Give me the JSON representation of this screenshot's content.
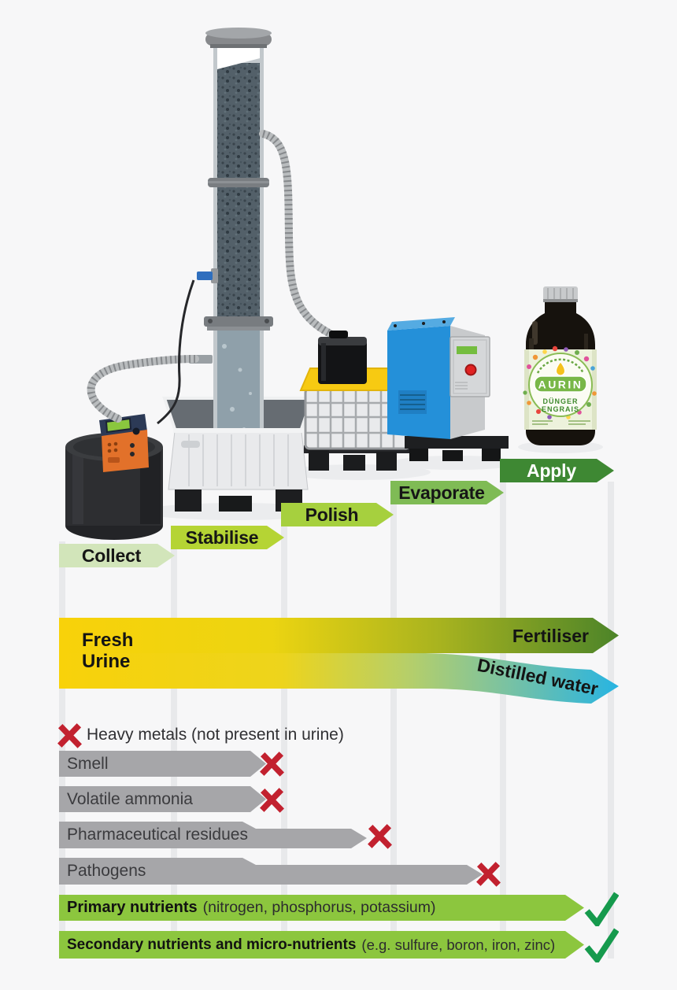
{
  "stages": [
    {
      "label": "Collect",
      "color": "#d2e5ba"
    },
    {
      "label": "Stabilise",
      "color": "#b5d434"
    },
    {
      "label": "Polish",
      "color": "#a6d03e"
    },
    {
      "label": "Evaporate",
      "color": "#7fbb55"
    },
    {
      "label": "Apply",
      "color": "#3e8833"
    }
  ],
  "flows": {
    "input_label": "Fresh Urine",
    "output_fertiliser": "Fertiliser",
    "output_distilled": "Distilled water",
    "colors": {
      "urine_yellow": "#f8d20a",
      "fertiliser_green": "#4c8429",
      "distilled_blue": "#27b4e2"
    }
  },
  "removed_rows": [
    {
      "label": "Heavy metals (not present in urine)",
      "removed_at_stage": "Collect"
    },
    {
      "label": "Smell",
      "removed_at_stage": "Stabilise"
    },
    {
      "label": "Volatile ammonia",
      "removed_at_stage": "Stabilise"
    },
    {
      "label": "Pharmaceutical residues",
      "removed_at_stage": "Polish"
    },
    {
      "label": "Pathogens",
      "removed_at_stage": "Evaporate"
    }
  ],
  "retained_rows": [
    {
      "label_bold": "Primary nutrients",
      "label_detail": "(nitrogen, phosphorus, potassium)"
    },
    {
      "label_bold": "Secondary nutrients and micro-nutrients",
      "label_detail": "(e.g. sulfure, boron, iron, zinc)"
    }
  ],
  "marks": {
    "removed_color": "#c2212f",
    "retained_color": "#169a4d",
    "bar_gray": "#a6a6a9",
    "retained_bar_green": "#8cc63e"
  },
  "bottle": {
    "brand": "AURIN",
    "label_line1": "DÜNGER",
    "label_line2": "ENGRAIS"
  }
}
